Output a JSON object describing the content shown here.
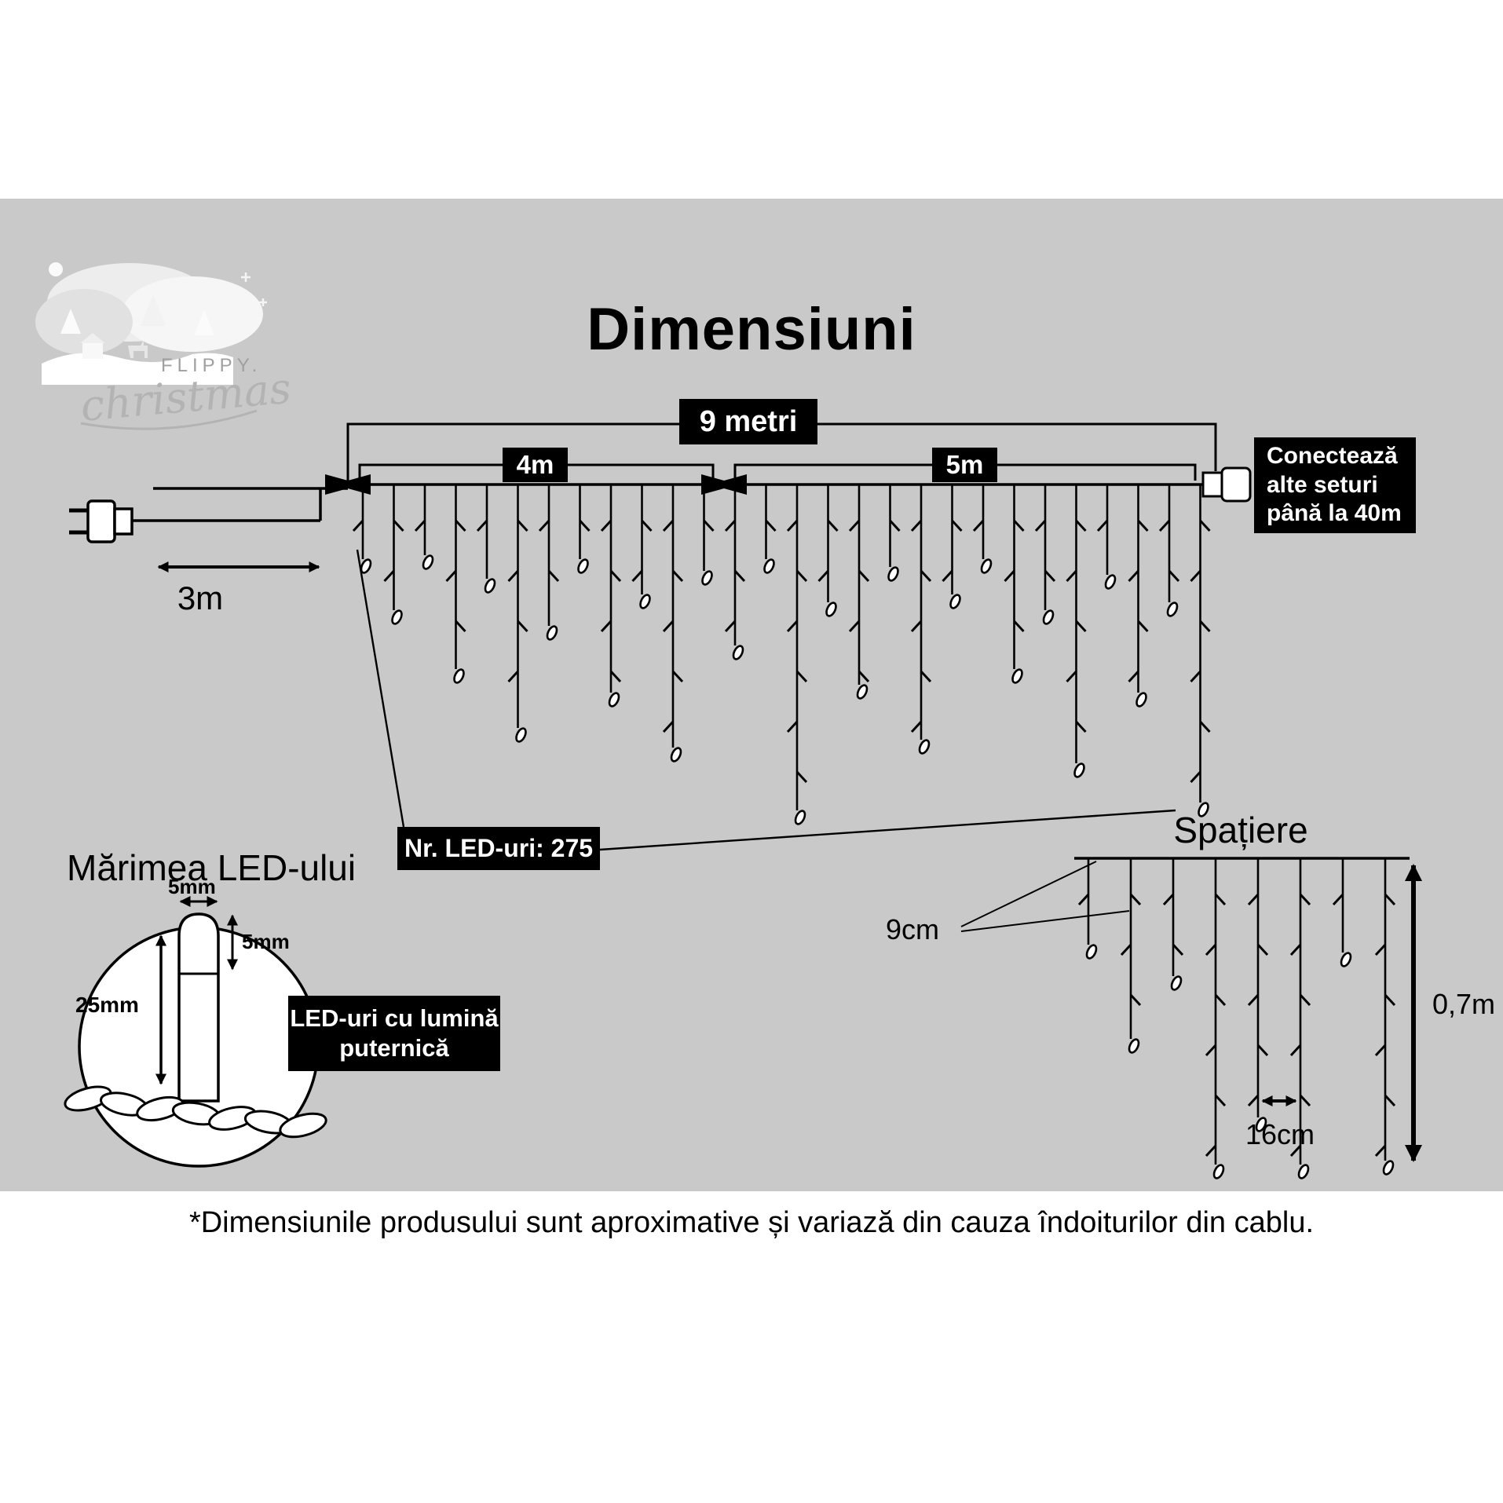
{
  "page": {
    "title": "Dimensiuni",
    "footer": "*Dimensiunile produsului sunt aproximative și variază din cauza îndoiturilor din cablu."
  },
  "logo": {
    "brand": "FLIPPY.",
    "sub": "christmas"
  },
  "main_diagram": {
    "total_length": "9 metri",
    "section_left": "4m",
    "section_right": "5m",
    "lead_length": "3m",
    "connect_note_line1": "Conectează",
    "connect_note_line2": "alte seturi",
    "connect_note_line3": "până la 40m",
    "led_count": "Nr. LED-uri: 275"
  },
  "led_size": {
    "title": "Mărimea LED-ului",
    "cap_width": "5mm",
    "cap_height": "5mm",
    "body_height": "25mm",
    "note_line1": "LED-uri cu lumină",
    "note_line2": "puternică"
  },
  "spacing": {
    "title": "Spațiere",
    "wire_gap": "9cm",
    "drop_gap": "16cm",
    "drop_height": "0,7m"
  }
}
